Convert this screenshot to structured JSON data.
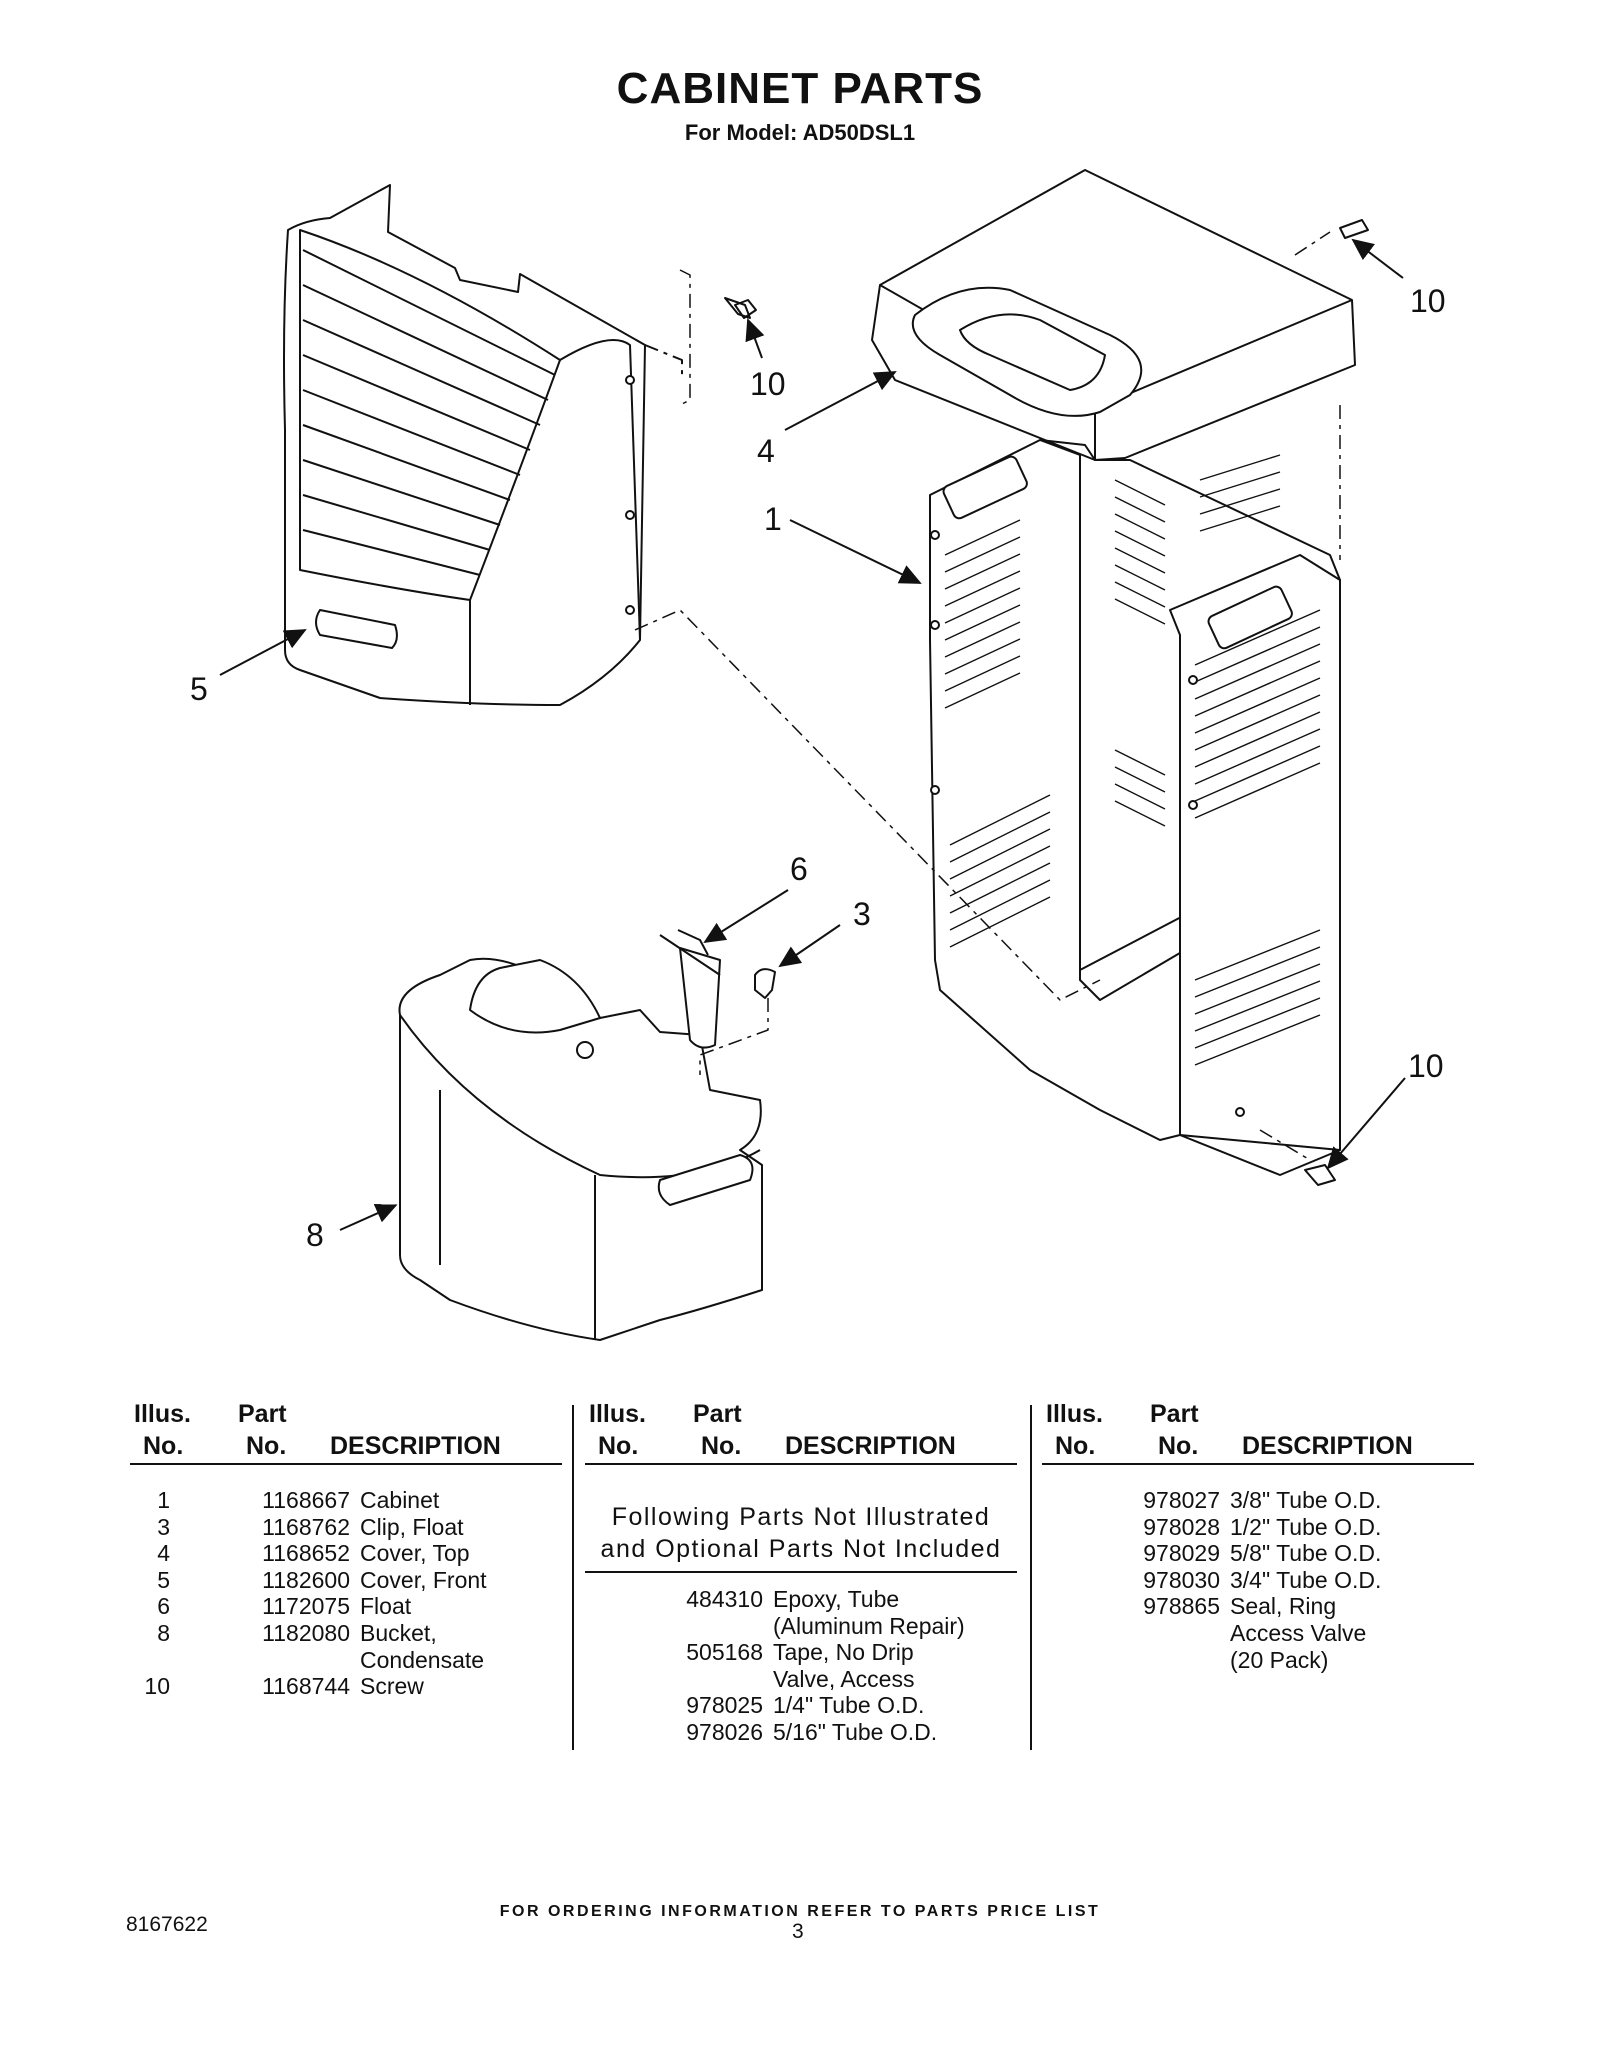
{
  "header": {
    "title": "CABINET PARTS",
    "subtitle": "For Model: AD50DSL1"
  },
  "diagram": {
    "callouts": [
      "10",
      "10",
      "4",
      "1",
      "5",
      "6",
      "3",
      "10",
      "8"
    ]
  },
  "table_headers": {
    "illus_line1": "Illus.",
    "illus_line2": "No.",
    "part_line1": "Part",
    "part_line2": "No.",
    "description": "DESCRIPTION"
  },
  "column1": {
    "rows": [
      {
        "illus": "1",
        "part": "1168667",
        "desc": "Cabinet"
      },
      {
        "illus": "3",
        "part": "1168762",
        "desc": "Clip, Float"
      },
      {
        "illus": "4",
        "part": "1168652",
        "desc": "Cover, Top"
      },
      {
        "illus": "5",
        "part": "1182600",
        "desc": "Cover, Front"
      },
      {
        "illus": "6",
        "part": "1172075",
        "desc": "Float"
      },
      {
        "illus": "8",
        "part": "1182080",
        "desc": "Bucket,"
      },
      {
        "illus": "",
        "part": "",
        "desc": "Condensate"
      },
      {
        "illus": "10",
        "part": "1168744",
        "desc": "Screw"
      }
    ]
  },
  "column2": {
    "note_line1": "Following Parts Not Illustrated",
    "note_line2": "and Optional Parts Not Included",
    "rows": [
      {
        "part": "484310",
        "desc": "Epoxy, Tube"
      },
      {
        "part": "",
        "desc": "(Aluminum Repair)"
      },
      {
        "part": "505168",
        "desc": "Tape, No Drip"
      },
      {
        "part": "",
        "desc": "Valve, Access"
      },
      {
        "part": "978025",
        "desc": "1/4\" Tube O.D."
      },
      {
        "part": "978026",
        "desc": "5/16\" Tube O.D."
      }
    ]
  },
  "column3": {
    "rows": [
      {
        "part": "978027",
        "desc": "3/8\" Tube O.D."
      },
      {
        "part": "978028",
        "desc": "1/2\" Tube O.D."
      },
      {
        "part": "978029",
        "desc": "5/8\" Tube O.D."
      },
      {
        "part": "978030",
        "desc": "3/4\" Tube O.D."
      },
      {
        "part": "978865",
        "desc": "Seal, Ring"
      },
      {
        "part": "",
        "desc": "Access Valve"
      },
      {
        "part": "",
        "desc": "(20 Pack)"
      }
    ]
  },
  "footer": {
    "note": "FOR ORDERING INFORMATION REFER TO PARTS PRICE LIST",
    "doc_number": "8167622",
    "page_number": "3"
  }
}
